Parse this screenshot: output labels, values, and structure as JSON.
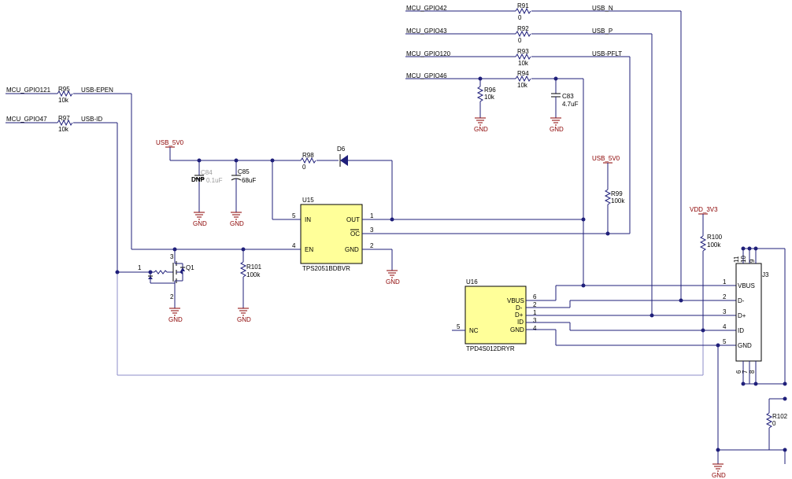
{
  "nets": {
    "mcu_gpio42": "MCU_GPIO42",
    "mcu_gpio43": "MCU_GPIO43",
    "mcu_gpio120": "MCU_GPIO120",
    "mcu_gpio46": "MCU_GPIO46",
    "mcu_gpio121": "MCU_GPIO121",
    "mcu_gpio47": "MCU_GPIO47",
    "usb_n": "USB_N",
    "usb_p": "USB_P",
    "usb_pflt": "USB-PFLT",
    "usb_epen": "USB-EPEN",
    "usb_id": "USB-ID",
    "usb_5v0_a": "USB_5V0",
    "usb_5v0_b": "USB_5V0",
    "vdd_3v3": "VDD_3V3",
    "gnd": "GND"
  },
  "resistors": [
    {
      "ref": "R91",
      "value": "0"
    },
    {
      "ref": "R92",
      "value": "0"
    },
    {
      "ref": "R93",
      "value": "10k"
    },
    {
      "ref": "R94",
      "value": "10k"
    },
    {
      "ref": "R95",
      "value": "10k"
    },
    {
      "ref": "R96",
      "value": "10k"
    },
    {
      "ref": "R97",
      "value": "10k"
    },
    {
      "ref": "R98",
      "value": "0"
    },
    {
      "ref": "R99",
      "value": "100k"
    },
    {
      "ref": "R100",
      "value": "100k"
    },
    {
      "ref": "R101",
      "value": "100k"
    },
    {
      "ref": "R102",
      "value": "0"
    }
  ],
  "capacitors": [
    {
      "ref": "C83",
      "value": "4.7uF"
    },
    {
      "ref": "C84",
      "value": "0.1uF",
      "dnp": "DNP"
    },
    {
      "ref": "C85",
      "value": "68uF"
    }
  ],
  "diode": {
    "ref": "D6"
  },
  "transistor": {
    "ref": "Q1",
    "pins": [
      "1",
      "2",
      "3"
    ]
  },
  "u15": {
    "ref": "U15",
    "part": "TPS2051BDBVR",
    "pins": [
      {
        "num": "5",
        "name": "IN"
      },
      {
        "num": "4",
        "name": "EN"
      },
      {
        "num": "1",
        "name": "OUT"
      },
      {
        "num": "3",
        "name": "OC"
      },
      {
        "num": "2",
        "name": "GND"
      }
    ]
  },
  "u16": {
    "ref": "U16",
    "part": "TPD4S012DRYR",
    "pins": [
      {
        "num": "6",
        "name": "VBUS"
      },
      {
        "num": "2",
        "name": "D-"
      },
      {
        "num": "1",
        "name": "D+"
      },
      {
        "num": "3",
        "name": "ID"
      },
      {
        "num": "4",
        "name": "GND"
      },
      {
        "num": "5",
        "name": "NC"
      }
    ]
  },
  "j3": {
    "ref": "J3",
    "pins": [
      {
        "num": "1",
        "name": "VBUS"
      },
      {
        "num": "2",
        "name": "D-"
      },
      {
        "num": "3",
        "name": "D+"
      },
      {
        "num": "4",
        "name": "ID"
      },
      {
        "num": "5",
        "name": "GND"
      }
    ],
    "shield_top": [
      "11",
      "10",
      "9"
    ],
    "shield_bottom": [
      "6",
      "7",
      "8"
    ]
  }
}
